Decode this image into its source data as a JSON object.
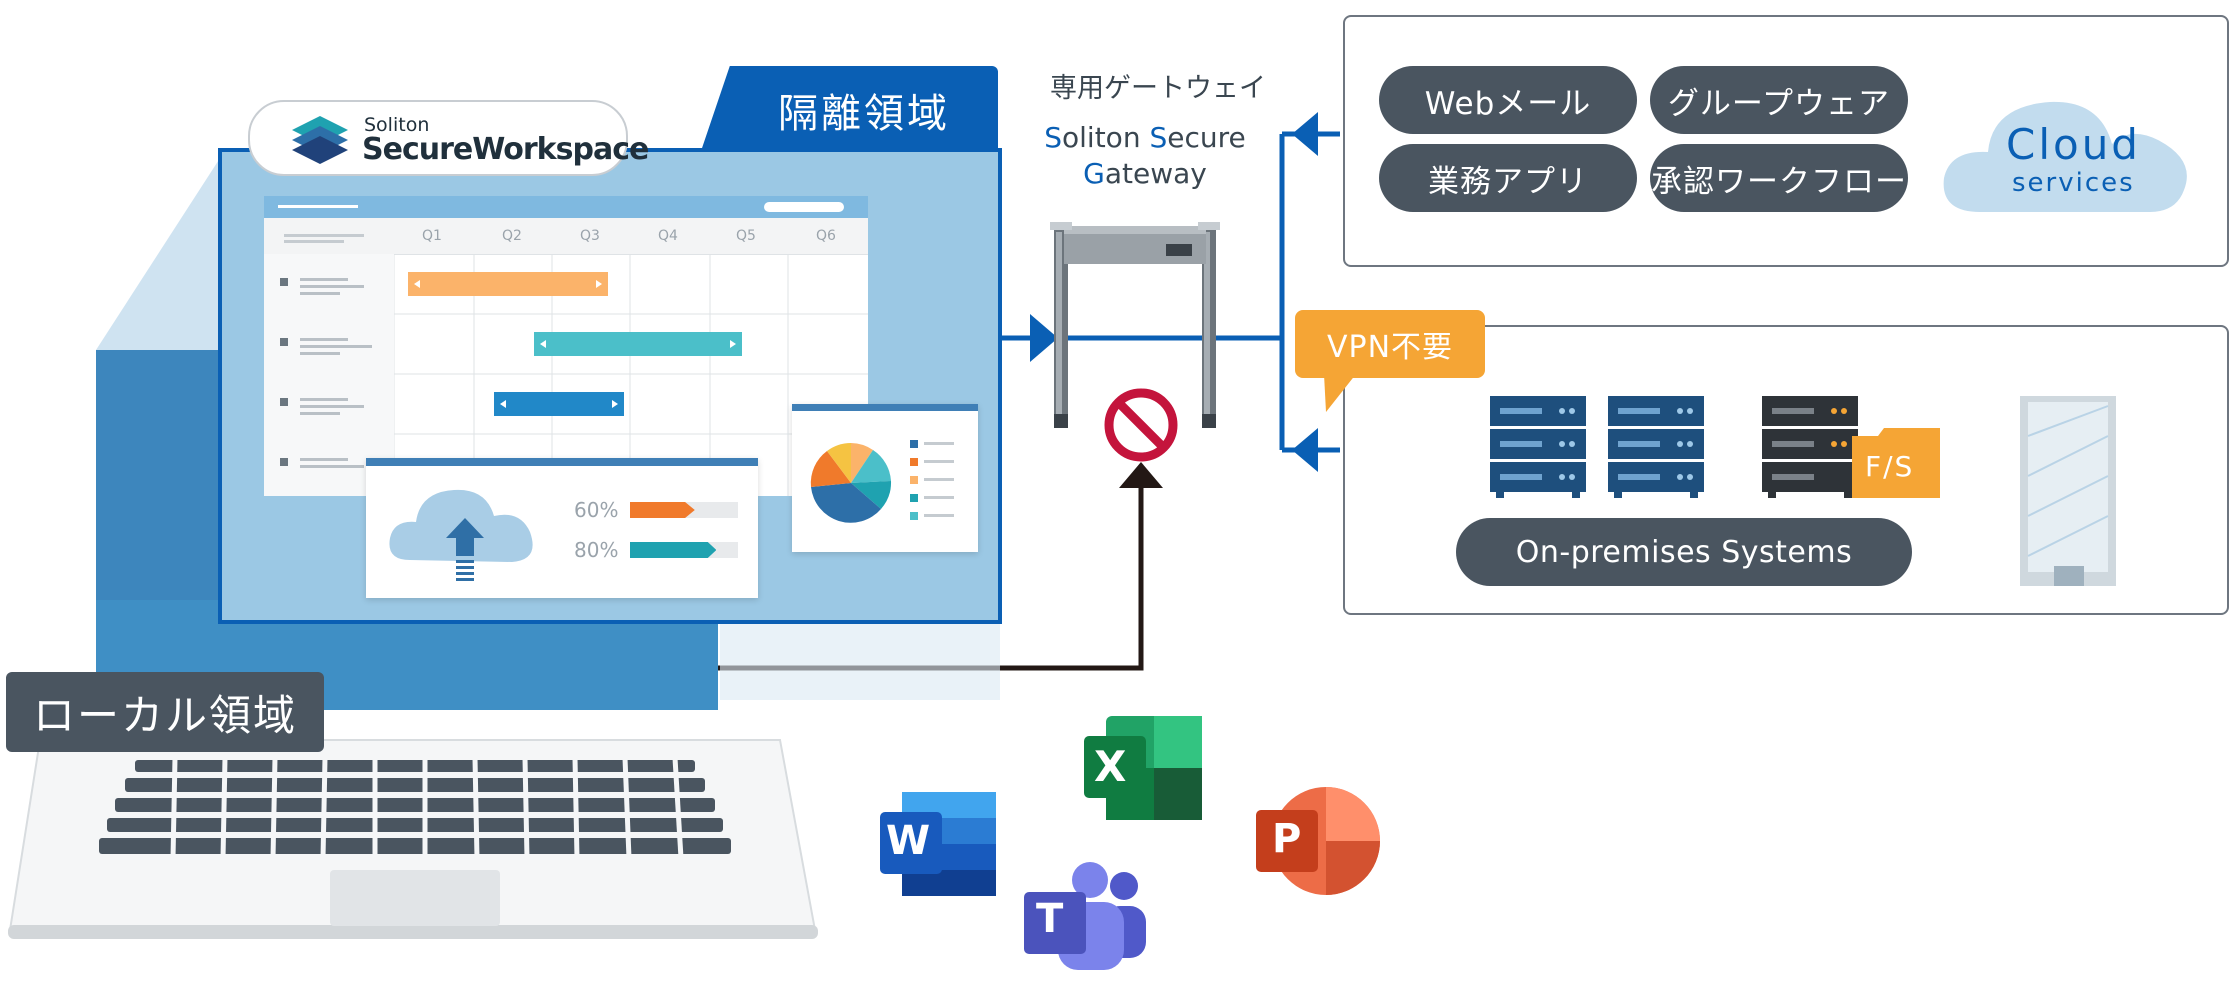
{
  "isolated_label": "隔離領域",
  "local_label": "ローカル領域",
  "brand": {
    "line1": "Soliton",
    "line2": "SecureWorkspace"
  },
  "gateway": {
    "title": "専用ゲートウェイ",
    "line1_s": "S",
    "line1_rest": "oliton ",
    "line1_s2": "S",
    "line1_rest2": "ecure",
    "line2_g": "G",
    "line2_rest": "ateway"
  },
  "vpn_label": "VPN不要",
  "cloud_apps": [
    "Webメール",
    "グループウェア",
    "業務アプリ",
    "承認ワークフロー"
  ],
  "cloud": {
    "word": "Cloud",
    "sub": "services"
  },
  "onprem_label": "On-premises Systems",
  "fs_label": "F/S",
  "table": {
    "columns": [
      "Q1",
      "Q2",
      "Q3",
      "Q4",
      "Q5",
      "Q6"
    ]
  },
  "progress": [
    {
      "label": "60%",
      "value": 0.6,
      "color": "#f07a2b"
    },
    {
      "label": "80%",
      "value": 0.8,
      "color": "#1fa2b0"
    }
  ],
  "apps": {
    "excel": "X",
    "word": "W",
    "powerpoint": "P",
    "teams": "T"
  },
  "colors": {
    "blue": "#0a5fb4",
    "slate": "#4a5560",
    "orange": "#f5a535",
    "red": "#c4143c"
  }
}
